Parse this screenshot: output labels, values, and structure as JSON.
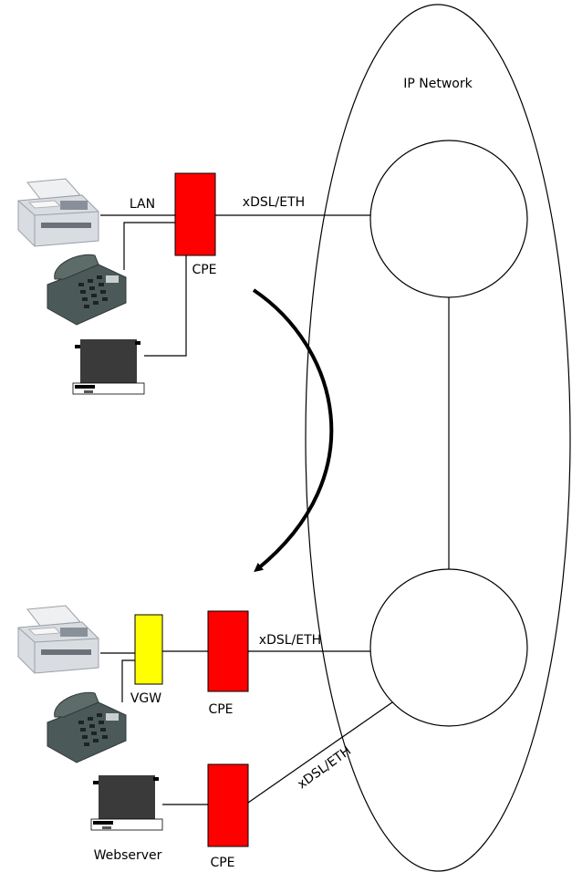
{
  "network": {
    "label": "IP Network"
  },
  "top": {
    "lan_label": "LAN",
    "link_label": "xDSL/ETH",
    "cpe_label": "CPE"
  },
  "bottom": {
    "link_label": "xDSL/ETH",
    "vgw_label": "VGW",
    "cpe_label": "CPE",
    "link2_label": "xDSL/ETH",
    "cpe2_label": "CPE",
    "webserver_label": "Webserver"
  },
  "colors": {
    "cpe": "#ff0000",
    "vgw": "#ffff00",
    "line": "#000000"
  },
  "icons": [
    "fax-machine-icon",
    "desk-phone-icon",
    "computer-icon"
  ]
}
